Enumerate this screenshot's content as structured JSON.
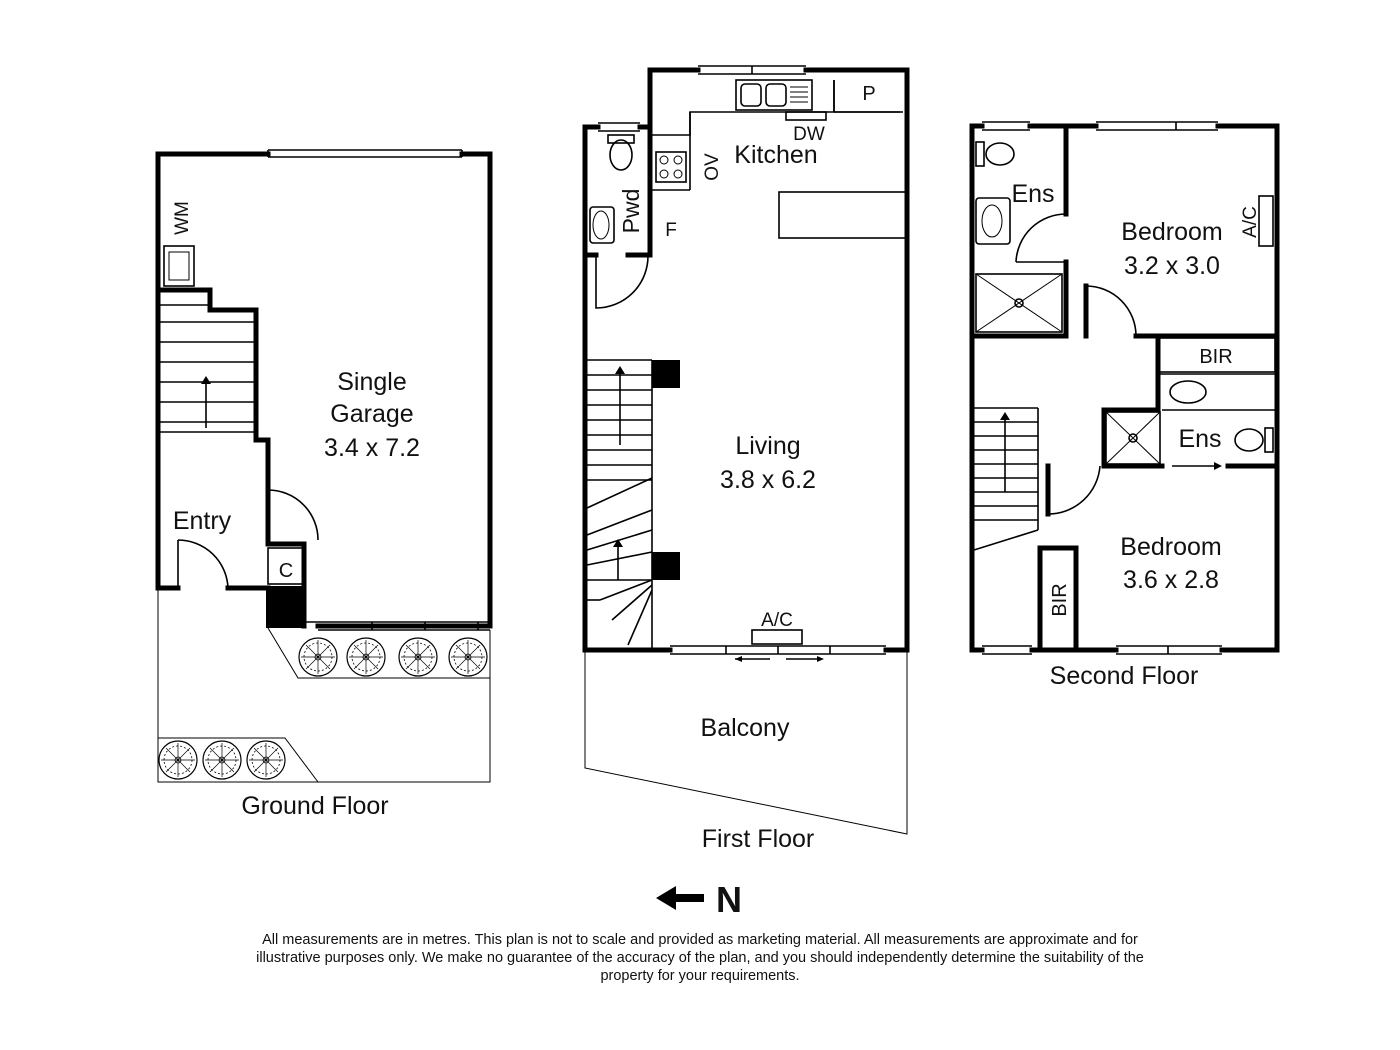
{
  "plans": {
    "ground": {
      "title": "Ground Floor",
      "garage_line1": "Single",
      "garage_line2": "Garage",
      "garage_dims": "3.4 x 7.2",
      "entry": "Entry",
      "wm": "WM",
      "cupboard": "C"
    },
    "first": {
      "title": "First Floor",
      "kitchen": "Kitchen",
      "pantry": "P",
      "dishwasher": "DW",
      "oven": "OV",
      "fridge": "F",
      "powder": "Pwd",
      "living": "Living",
      "living_dims": "3.8 x 6.2",
      "ac": "A/C",
      "balcony": "Balcony"
    },
    "second": {
      "title": "Second Floor",
      "ens1": "Ens",
      "bed1": "Bedroom",
      "bed1_dims": "3.2 x 3.0",
      "ac": "A/C",
      "bir1": "BIR",
      "ens2": "Ens",
      "bed2": "Bedroom",
      "bed2_dims": "3.6 x 2.8",
      "bir2": "BIR"
    }
  },
  "compass": {
    "label": "N"
  },
  "disclaimer": "All measurements are in metres. This plan is not to scale and provided as marketing material. All measurements are approximate and for illustrative purposes only. We make no guarantee of the accuracy of the plan, and you should independently determine the suitability of the property for your requirements."
}
